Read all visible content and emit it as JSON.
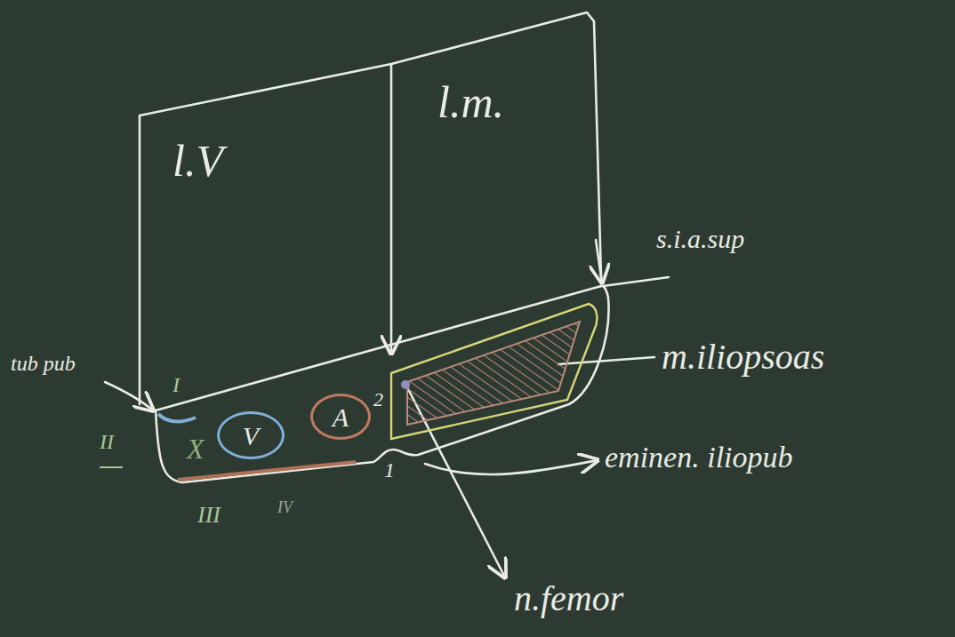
{
  "diagram": {
    "nodes": [
      {
        "text": [
          "l.V"
        ]
      },
      {
        "text": [
          "l.m."
        ]
      },
      {
        "text": [
          "V"
        ]
      },
      {
        "text": [
          "A"
        ]
      }
    ],
    "labels": [
      "tub pub",
      "s.i.a.sup",
      "m.iliopsoas",
      "eminen. iliopub",
      "n.femor",
      "I",
      "II",
      "III",
      "IV",
      "1",
      "2",
      "X"
    ]
  }
}
